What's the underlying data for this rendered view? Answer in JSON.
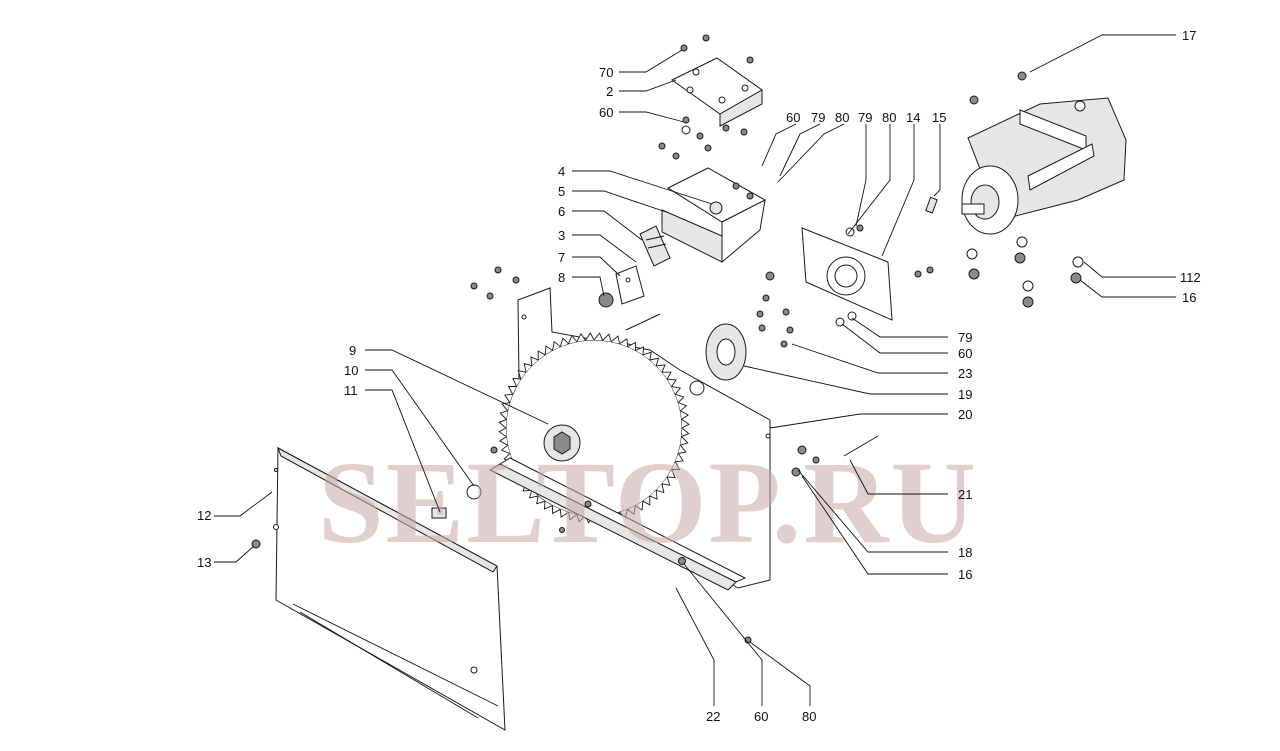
{
  "watermark": "SELTOP.RU",
  "colors": {
    "line": "#1a1a1a",
    "watermark": "#c9a9a9"
  },
  "callouts": {
    "c70": "70",
    "c2": "2",
    "c60a": "60",
    "c4": "4",
    "c5": "5",
    "c6": "6",
    "c3": "3",
    "c7": "7",
    "c8": "8",
    "c9": "9",
    "c10": "10",
    "c11": "11",
    "c12": "12",
    "c13": "13",
    "c60t": "60",
    "c79t": "79",
    "c80t": "80",
    "c79b": "79",
    "c80b": "80",
    "c14": "14",
    "c15": "15",
    "c17": "17",
    "c112": "112",
    "c16a": "16",
    "c79r": "79",
    "c60r": "60",
    "c23": "23",
    "c19": "19",
    "c20": "20",
    "c21": "21",
    "c18": "18",
    "c16b": "16",
    "c22": "22",
    "c60bot": "60",
    "c80bot": "80"
  }
}
